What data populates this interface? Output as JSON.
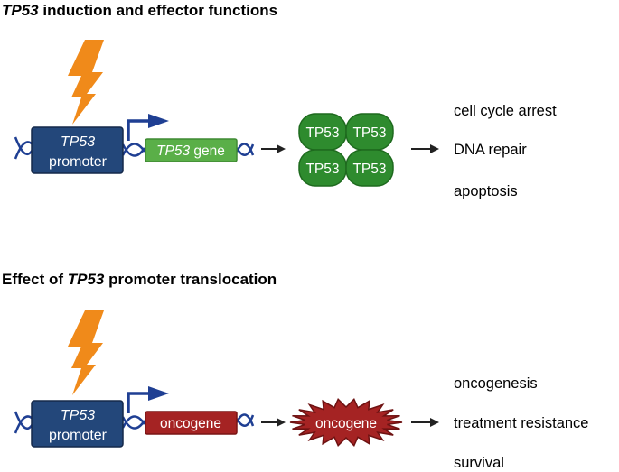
{
  "panel1": {
    "title_em": "TP53",
    "title_rest": " induction and effector functions",
    "promoter_em": "TP53",
    "promoter_word": "promoter",
    "gene_em": "TP53",
    "gene_word": " gene",
    "protein_labels": [
      "TP53",
      "TP53",
      "TP53",
      "TP53"
    ],
    "outcomes": [
      "cell cycle arrest",
      "DNA repair",
      "apoptosis"
    ]
  },
  "panel2": {
    "title_pre": "Effect of ",
    "title_em": "TP53",
    "title_rest": " promoter translocation",
    "promoter_em": "TP53",
    "promoter_word": "promoter",
    "gene_label": "oncogene",
    "protein_label": "oncogene",
    "outcomes": [
      "oncogenesis",
      "treatment resistance",
      "survival"
    ]
  },
  "colors": {
    "promoter_fill": "#23477a",
    "dna": "#1f3f93",
    "gene_green": "#5aaf48",
    "protein_green": "#2e8b2e",
    "oncogene_red": "#a52323",
    "bolt": "#f08a1a"
  }
}
